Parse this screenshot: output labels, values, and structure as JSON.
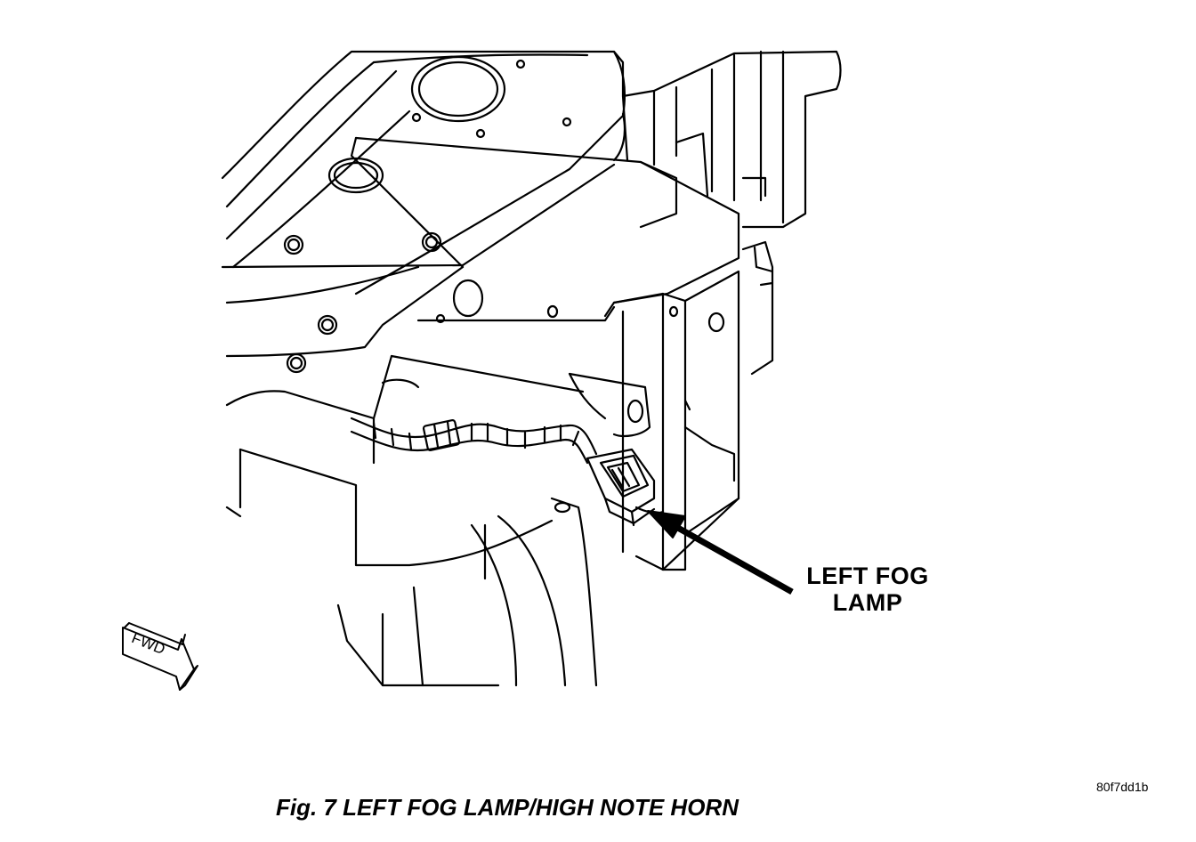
{
  "diagram": {
    "callout": {
      "line1": "LEFT FOG",
      "line2": "LAMP"
    },
    "fwd_label": "FWD",
    "figure_id": "80f7dd1b",
    "caption": "Fig. 7 LEFT FOG LAMP/HIGH NOTE HORN",
    "colors": {
      "ink": "#000000",
      "paper": "#ffffff"
    },
    "icons": [
      "fwd-arrow-icon",
      "callout-arrow-icon"
    ]
  }
}
